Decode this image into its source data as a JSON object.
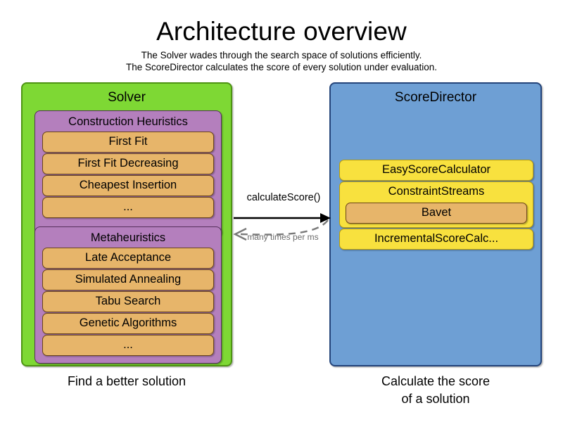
{
  "header": {
    "title": "Architecture overview",
    "subtitle_line1": "The Solver wades through the search space of solutions efficiently.",
    "subtitle_line2": "The ScoreDirector calculates the score of every solution under evaluation."
  },
  "colors": {
    "solver_fill": "#7ED834",
    "solver_border": "#4E9413",
    "group_fill": "#B47FBD",
    "group_border": "#55305C",
    "item_fill": "#E7B56A",
    "item_border": "#6B4519",
    "scoredirector_fill": "#6E9FD4",
    "scoredirector_border": "#24447A",
    "calc_fill": "#F8E13E",
    "calc_border": "#B59A10",
    "arrow_solid": "#000000",
    "arrow_dashed": "#7A7A7A",
    "background": "#ffffff"
  },
  "solver": {
    "title": "Solver",
    "caption": "Find a better solution",
    "groups": [
      {
        "title": "Construction Heuristics",
        "items": [
          "First Fit",
          "First Fit Decreasing",
          "Cheapest Insertion",
          "..."
        ]
      },
      {
        "title": "Metaheuristics",
        "items": [
          "Late Acceptance",
          "Simulated Annealing",
          "Tabu Search",
          "Genetic Algorithms",
          "..."
        ]
      }
    ]
  },
  "score_director": {
    "title": "ScoreDirector",
    "caption_line1": "Calculate the score",
    "caption_line2": "of a solution",
    "calculators": [
      {
        "label": "EasyScoreCalculator",
        "child": null
      },
      {
        "label": "ConstraintStreams",
        "child": "Bavet"
      },
      {
        "label": "IncrementalScoreCalc...",
        "child": null
      }
    ]
  },
  "arrows": {
    "forward_label": "calculateScore()",
    "backward_label": "many times per ms"
  }
}
